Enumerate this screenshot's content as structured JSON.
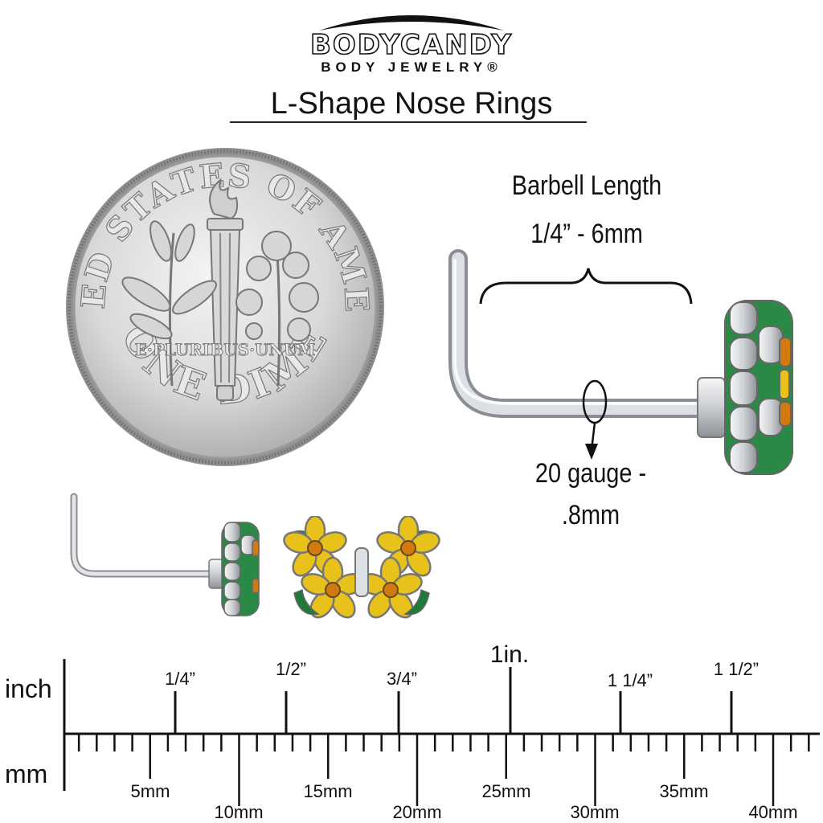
{
  "brand": {
    "name": "BODYCANDY",
    "subtitle": "BODY JEWELRY®"
  },
  "title": "L-Shape Nose Rings",
  "coin": {
    "top_text": "UNITED STATES OF AMERICA",
    "motto": "E·PLURIBUS·UNUM",
    "bottom_text": "ONE DIME"
  },
  "annotations": {
    "barbell_label": "Barbell Length",
    "barbell_value": "1/4” - 6mm",
    "gauge_label": "20 gauge -",
    "gauge_value": ".8mm"
  },
  "ruler": {
    "inch_unit": "inch",
    "mm_unit": "mm",
    "inch_labels": [
      "1/4”",
      "1/2”",
      "3/4”",
      "1in.",
      "1 1/4”",
      "1 1/2”"
    ],
    "mm_labels": [
      "5mm",
      "10mm",
      "15mm",
      "20mm",
      "25mm",
      "30mm",
      "35mm",
      "40mm"
    ]
  },
  "colors": {
    "petal": "#e8c21a",
    "leaf": "#1f7a3a",
    "center": "#d27a10",
    "metal": "#c9ccd0"
  }
}
